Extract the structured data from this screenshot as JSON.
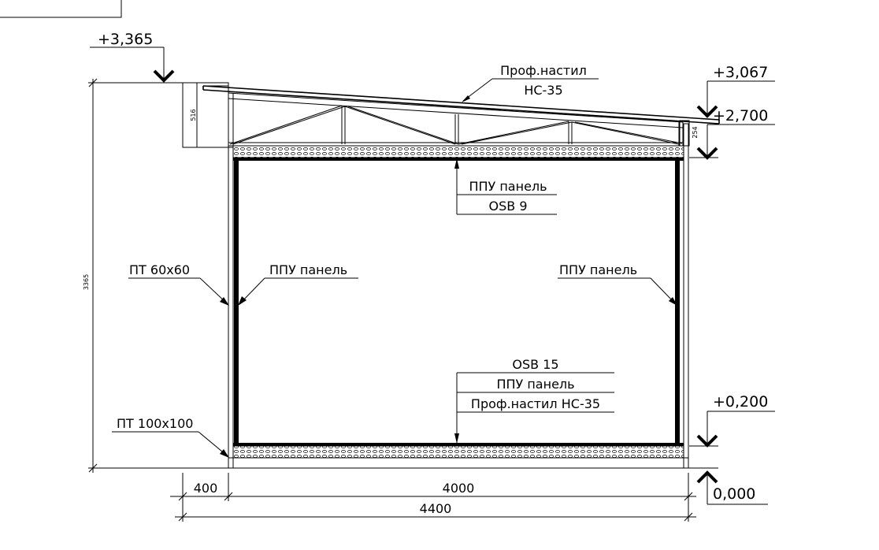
{
  "drawing": {
    "elevations": {
      "top_left": "+3,365",
      "top_right": "+3,067",
      "eave": "+2,700",
      "floor": "+0,200",
      "ground": "0,000"
    },
    "callouts": {
      "roofing_line1": "Проф.настил",
      "roofing_line2": "НС-35",
      "ceiling_line1": "ППУ панель",
      "ceiling_line2": "OSB 9",
      "column_60": "ПТ 60х60",
      "column_100": "ПТ 100х100",
      "left_wall_panel": "ППУ панель",
      "right_wall_panel": "ППУ панель",
      "floor_line1": "OSB 15",
      "floor_line2": "ППУ панель",
      "floor_line3": "Проф.настил НС-35"
    },
    "dimensions": {
      "overall_height": "3365",
      "left_truss_height": "516",
      "right_truss_height": "254",
      "overhang": "400",
      "span": "4000",
      "total": "4400"
    }
  }
}
